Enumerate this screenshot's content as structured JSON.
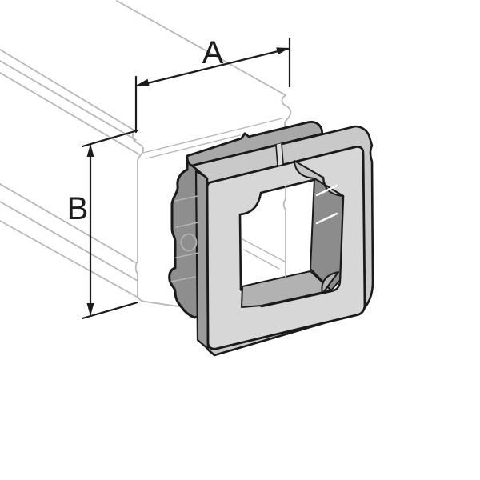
{
  "figure": {
    "kind": "technical-illustration",
    "subject": "cable-trunking-with-square-adapter-frame",
    "dimension_a": {
      "label": "A"
    },
    "dimension_b": {
      "label": "B"
    },
    "colors": {
      "background": "#ffffff",
      "outline": "#1a1a1a",
      "dim": "#1c1c1c",
      "duct": "#b8b8b8",
      "flange-side": "#8e8e8e",
      "flange-top": "#a8a8a8",
      "bezel-left": "#9c9c9c",
      "bezel-band": "#c9c9c9",
      "face": "#d7d7d7",
      "inner-wall": "#8c8c8c",
      "inner-bottom": "#b2b2b2"
    }
  }
}
